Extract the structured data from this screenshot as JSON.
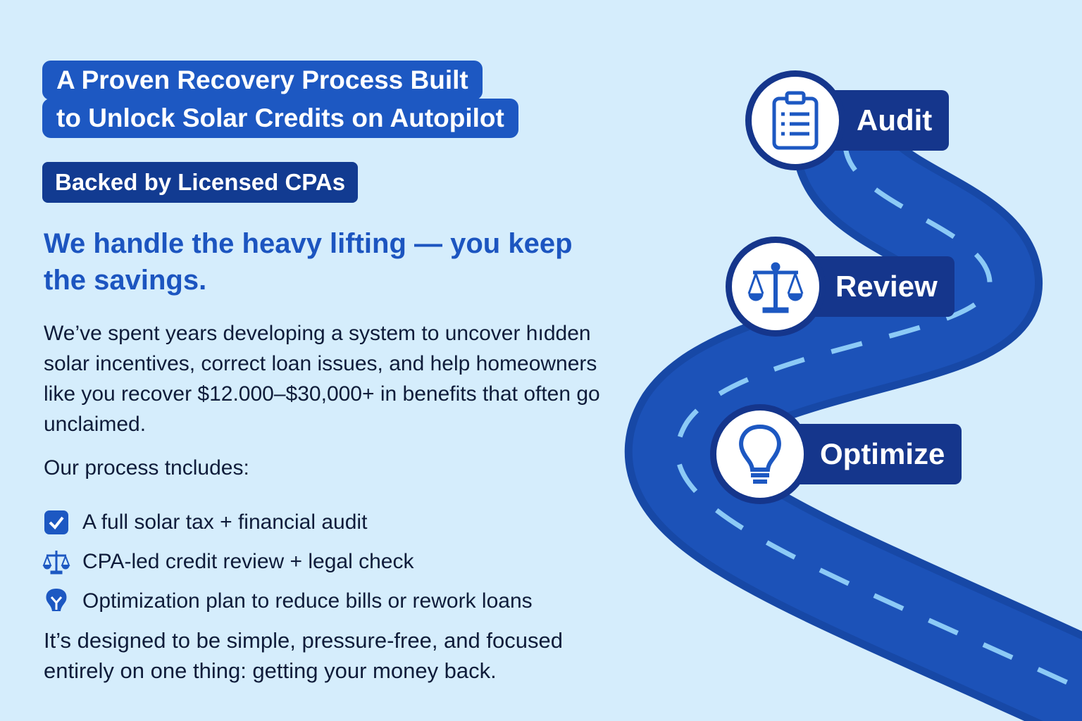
{
  "title": {
    "line1": "A Proven Recovery Process Built",
    "line2": "to Unlock Solar Credits on Autopilot"
  },
  "badge": "Backed by Licensed CPAs",
  "headline": "We handle the heavy lifting — you keep the savings.",
  "body": "We’ve spent years developing a system to uncover hıdden solar incentives, correct loan issues, and help homeowners like you recover $12.000–$30,000+ in benefits that often go unclaimed.",
  "includes_label": "Our process tncludes:",
  "items": [
    {
      "icon": "checkbox-icon",
      "text": "A full solar tax + financial audit"
    },
    {
      "icon": "scales-icon",
      "text": "CPA-led credit review + legal check"
    },
    {
      "icon": "lightbulb-icon",
      "text": "Optimization plan to reduce bills or rework loans"
    }
  ],
  "closing": "It’s designed to be simple, pressure-free, and focused entirely on one thing: getting your money back.",
  "steps": [
    {
      "label": "Audit",
      "icon": "clipboard-icon"
    },
    {
      "label": "Review",
      "icon": "scales-icon"
    },
    {
      "label": "Optimize",
      "icon": "lightbulb-icon"
    }
  ],
  "colors": {
    "background": "#d5edfc",
    "primary": "#1d58c2",
    "dark": "#15368c",
    "road": "#1a4fb2",
    "dash": "#8ccaf6"
  }
}
